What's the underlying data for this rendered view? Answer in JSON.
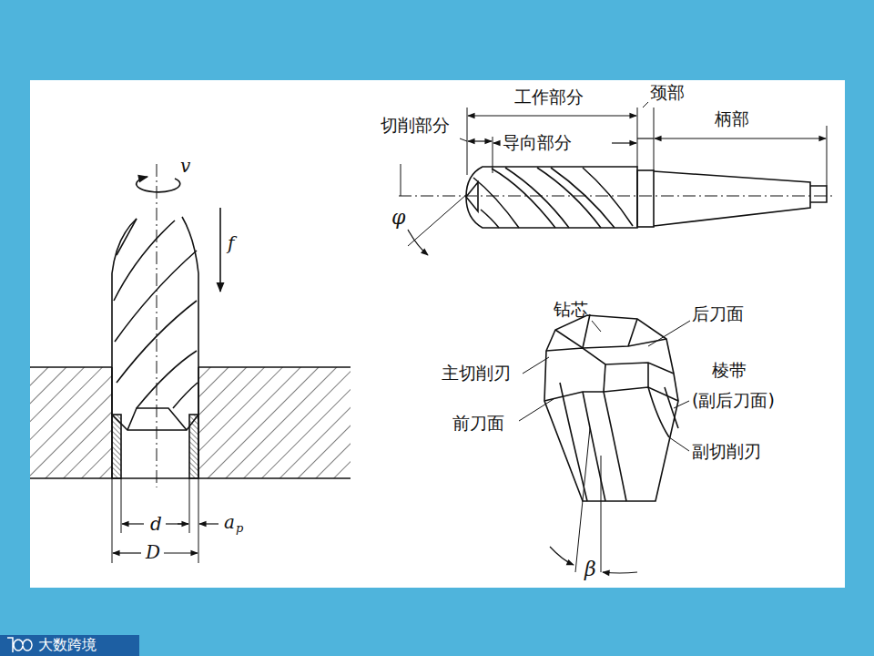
{
  "diagram": {
    "labels": [
      "切削部分",
      "工作部分",
      "颈部",
      "柄部",
      "导向部分",
      "φ",
      "v",
      "f",
      "d",
      "a",
      "p",
      "D",
      "钻芯",
      "后刀面",
      "主切削刃",
      "棱带",
      "(副后刀面)",
      "前刀面",
      "副切削刃",
      "β",
      "大数跨境"
    ]
  }
}
